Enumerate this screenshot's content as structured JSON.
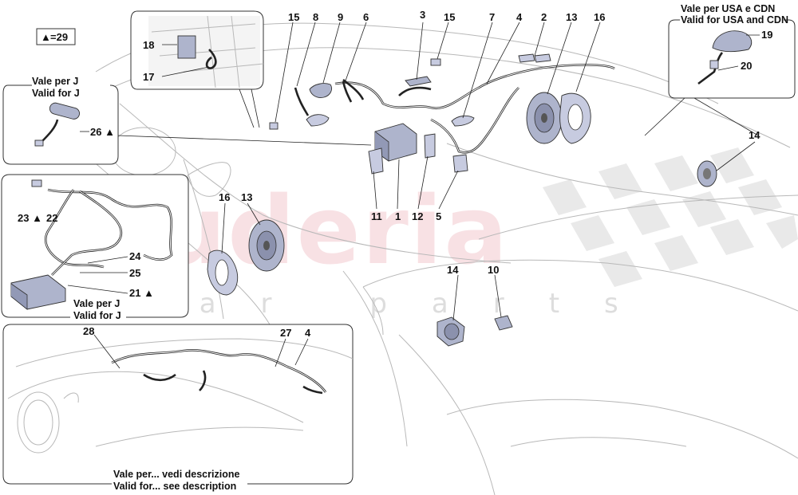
{
  "watermark": {
    "brand": "scuderia",
    "sub": "car parts"
  },
  "legend": {
    "symbol": "▲",
    "text": "=29"
  },
  "captions": {
    "j_top_line1": "Vale per J",
    "j_top_line2": "Valid for J",
    "usa_line1": "Vale per USA e CDN",
    "usa_line2": "Valid for USA and CDN",
    "j_mid_line1": "Vale per J",
    "j_mid_line2": "Valid for J",
    "desc_line1": "Vale per... vedi descrizione",
    "desc_line2": "Valid for... see description"
  },
  "callouts": [
    {
      "id": "c15a",
      "text": "15"
    },
    {
      "id": "c8",
      "text": "8"
    },
    {
      "id": "c9",
      "text": "9"
    },
    {
      "id": "c6",
      "text": "6"
    },
    {
      "id": "c3",
      "text": "3"
    },
    {
      "id": "c15b",
      "text": "15"
    },
    {
      "id": "c7",
      "text": "7"
    },
    {
      "id": "c4a",
      "text": "4"
    },
    {
      "id": "c2",
      "text": "2"
    },
    {
      "id": "c13a",
      "text": "13"
    },
    {
      "id": "c16a",
      "text": "16"
    },
    {
      "id": "c19",
      "text": "19"
    },
    {
      "id": "c20",
      "text": "20"
    },
    {
      "id": "c18",
      "text": "18"
    },
    {
      "id": "c17",
      "text": "17"
    },
    {
      "id": "c26",
      "text": "26 ▲"
    },
    {
      "id": "c14a",
      "text": "14"
    },
    {
      "id": "c23",
      "text": "23 ▲"
    },
    {
      "id": "c22",
      "text": "22"
    },
    {
      "id": "c16b",
      "text": "16"
    },
    {
      "id": "c13b",
      "text": "13"
    },
    {
      "id": "c11",
      "text": "11"
    },
    {
      "id": "c1",
      "text": "1"
    },
    {
      "id": "c12",
      "text": "12"
    },
    {
      "id": "c5",
      "text": "5"
    },
    {
      "id": "c24",
      "text": "24"
    },
    {
      "id": "c25",
      "text": "25"
    },
    {
      "id": "c21",
      "text": "21 ▲"
    },
    {
      "id": "c14b",
      "text": "14"
    },
    {
      "id": "c10",
      "text": "10"
    },
    {
      "id": "c28",
      "text": "28"
    },
    {
      "id": "c27",
      "text": "27"
    },
    {
      "id": "c4b",
      "text": "4"
    }
  ]
}
